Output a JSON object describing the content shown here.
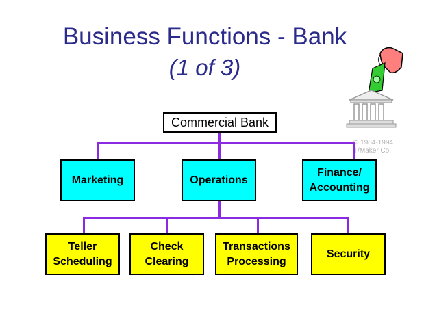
{
  "title": {
    "line1": "Business Functions - Bank",
    "line2": "(1 of 3)"
  },
  "root": "Commercial Bank",
  "level1": [
    "Marketing",
    "Operations",
    "Finance/\nAccounting"
  ],
  "level2": [
    "Teller\nScheduling",
    "Check\nClearing",
    "Transactions\nProcessing",
    "Security"
  ],
  "copyright": "© 1984-1994\nT/Maker Co.",
  "colors": {
    "title": "#2b2b8c",
    "connector": "#8a2be2",
    "level1_fill": "#00ffff",
    "level2_fill": "#ffff00"
  },
  "clipart": "hand-depositing-money-into-bank-icon"
}
